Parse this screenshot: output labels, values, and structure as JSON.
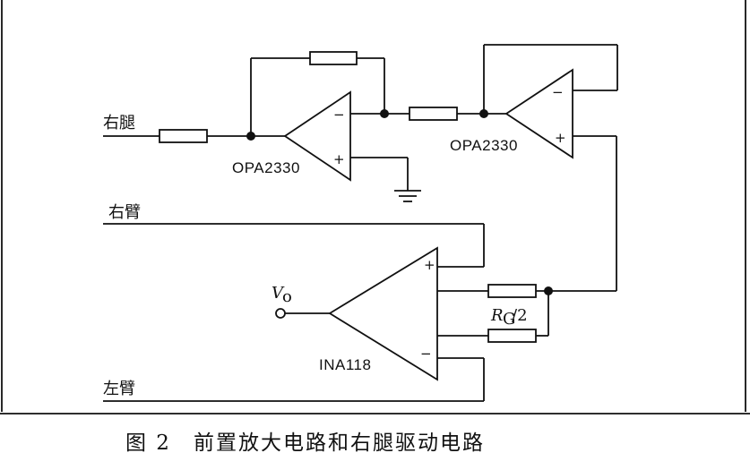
{
  "labels": {
    "right_leg": "右腿",
    "right_arm": "右臂",
    "left_arm": "左臂",
    "vo": "V",
    "vo_sub": "o",
    "rg": "R",
    "rg_sub": "G",
    "rg_tail": "/2"
  },
  "components": {
    "opamp1": "OPA2330",
    "opamp2": "OPA2330",
    "inamp": "INA118"
  },
  "signs": {
    "plus": "+",
    "minus": "−"
  },
  "caption": "图 2　前置放大电路和右腿驱动电路"
}
